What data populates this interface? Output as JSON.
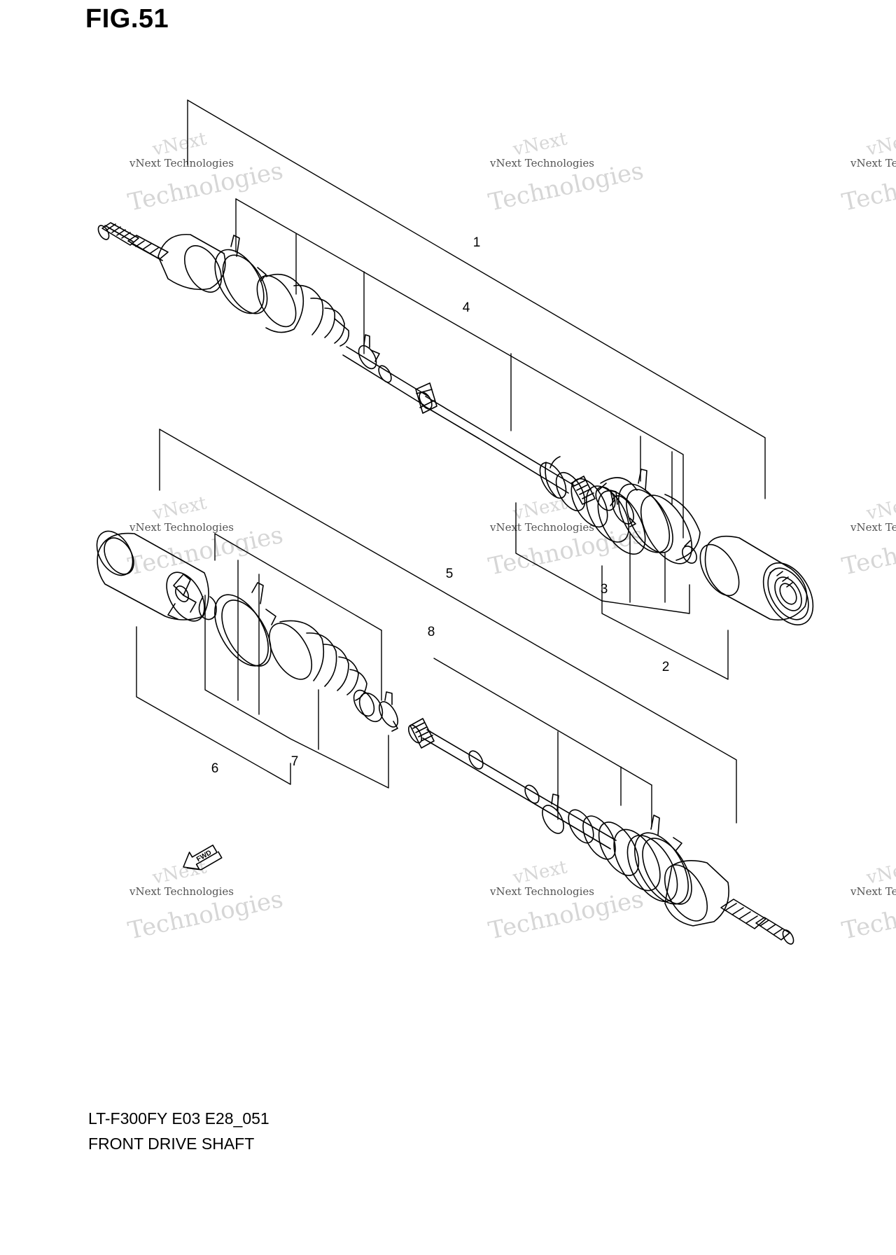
{
  "figure": {
    "title": "FIG.51"
  },
  "callouts": [
    "1",
    "2",
    "3",
    "4",
    "5",
    "6",
    "7",
    "8"
  ],
  "arrow": {
    "label": "FWD",
    "icon": "forward-arrow-icon"
  },
  "watermark": {
    "line1": "vNext",
    "line2": "vNext Technologies",
    "line3": "Technologies"
  },
  "caption": {
    "model": "LT-F300FY E03 E28_051",
    "section": "FRONT DRIVE SHAFT"
  }
}
